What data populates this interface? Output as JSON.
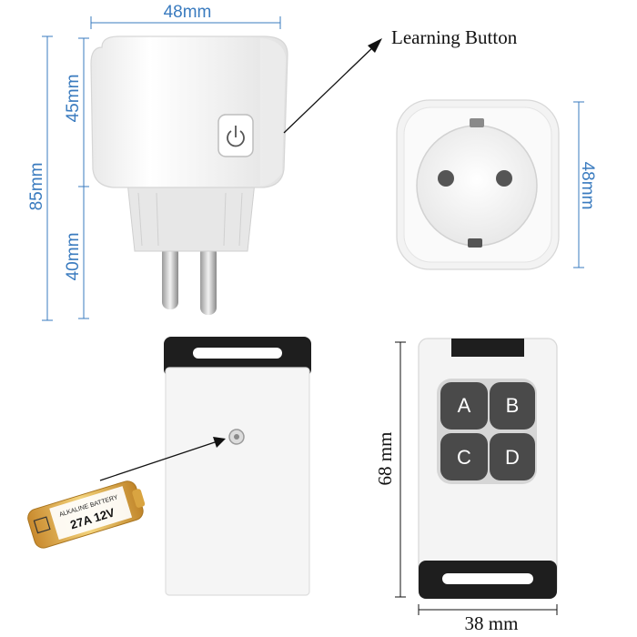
{
  "plug": {
    "width_label": "48mm",
    "height_total_label": "85mm",
    "upper_label": "45mm",
    "lower_label": "40mm",
    "learning_button_label": "Learning Button"
  },
  "socket": {
    "size_label": "48mm"
  },
  "remote": {
    "height_label": "68 mm",
    "width_label": "38 mm",
    "buttons": [
      "A",
      "B",
      "C",
      "D"
    ]
  },
  "battery": {
    "brand": "ALKALINE BATTERY",
    "model": "27A 12V"
  },
  "colors": {
    "dimension_blue": "#3a7bbf",
    "device_white": "#f4f4f4",
    "button_dark": "#4a4a4a",
    "battery_gold": "#d9a441"
  }
}
